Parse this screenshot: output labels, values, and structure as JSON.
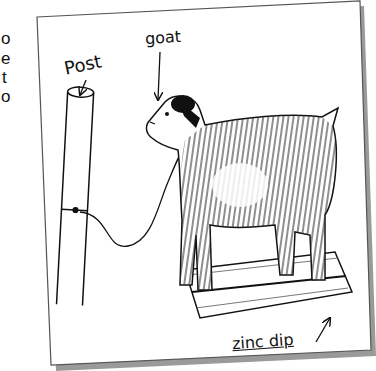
{
  "diagram": {
    "labels": [
      "o",
      "e",
      "t",
      "o",
      "Post",
      "goat",
      "zinc dip"
    ]
  }
}
